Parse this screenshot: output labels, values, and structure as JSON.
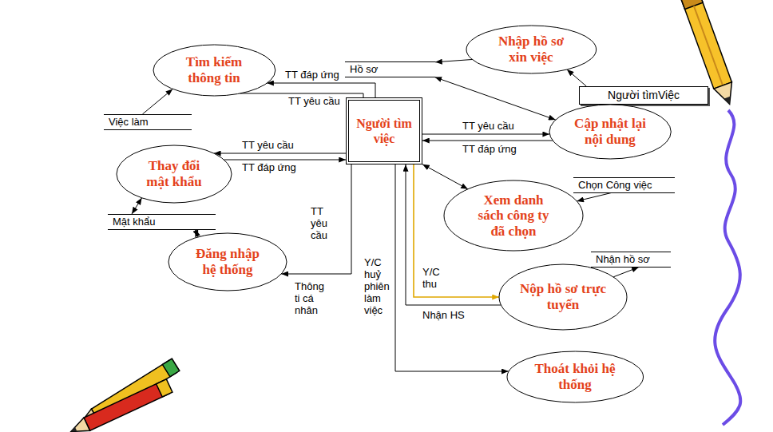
{
  "diagram": {
    "nodes": [
      {
        "text": [
          "Nhập hồ sơ xin việc"
        ]
      },
      {
        "text": [
          "Tìm kiếm thông tin"
        ]
      },
      {
        "text": [
          "Hồ sơ"
        ]
      },
      {
        "text": [
          "Người tìmViệc"
        ]
      },
      {
        "text": [
          "Việc làm"
        ]
      },
      {
        "text": [
          "Người tìm việc"
        ]
      },
      {
        "text": [
          "Cập nhật lại nội dung"
        ]
      },
      {
        "text": [
          "Thay đổi mật khẩu"
        ]
      },
      {
        "text": [
          "Chọn Công việc"
        ]
      },
      {
        "text": [
          "Xem danh sách công ty đã chọn"
        ]
      },
      {
        "text": [
          "Mật khẩu"
        ]
      },
      {
        "text": [
          "Đăng nhập hệ thống"
        ]
      },
      {
        "text": [
          "Nhận hồ sơ"
        ]
      },
      {
        "text": [
          "Nộp hồ sơ trực tuyến"
        ]
      },
      {
        "text": [
          "Thoát khỏi hệ thống"
        ]
      }
    ],
    "edges": [
      {
        "from": 3,
        "to": 0,
        "arrow": "to"
      },
      {
        "from": 0,
        "to": 2,
        "arrow": "to"
      },
      {
        "from": 5,
        "to": 1,
        "label": "TT đáp ứng",
        "arrow": "to"
      },
      {
        "from": 5,
        "to": 1,
        "label": "TT yêu cầu",
        "arrow": "none"
      },
      {
        "from": 6,
        "to": 2,
        "arrow": "both"
      },
      {
        "from": 5,
        "to": 6,
        "label": "TT yêu cầu",
        "arrow": "to"
      },
      {
        "from": 6,
        "to": 5,
        "label": "TT đáp ứng",
        "arrow": "to"
      },
      {
        "from": 5,
        "to": 7,
        "label": "TT yêu cầu",
        "arrow": "to"
      },
      {
        "from": 7,
        "to": 5,
        "label": "TT đáp ứng",
        "arrow": "to"
      },
      {
        "from": 5,
        "to": 9,
        "arrow": "both"
      },
      {
        "from": 8,
        "to": 9,
        "arrow": "to"
      },
      {
        "from": 7,
        "to": 10,
        "arrow": "both"
      },
      {
        "from": 10,
        "to": 11,
        "arrow": "both"
      },
      {
        "from": 5,
        "to": 11,
        "label": "TT yêu cầu",
        "arrow": "to"
      },
      {
        "from": 5,
        "to": 14,
        "label": "Y/C huỷ phiên làm việc",
        "arrow": "to"
      },
      {
        "from": 5,
        "to": 13,
        "label": "Y/C thu",
        "arrow": "to"
      },
      {
        "from": 13,
        "to": 5,
        "label": "Nhận HS",
        "arrow": "to"
      },
      {
        "from": 13,
        "to": 12,
        "arrow": "to"
      },
      {
        "from": 4,
        "to": 1,
        "arrow": "to"
      }
    ],
    "labels": [
      "Thông ti cá nhân"
    ]
  }
}
